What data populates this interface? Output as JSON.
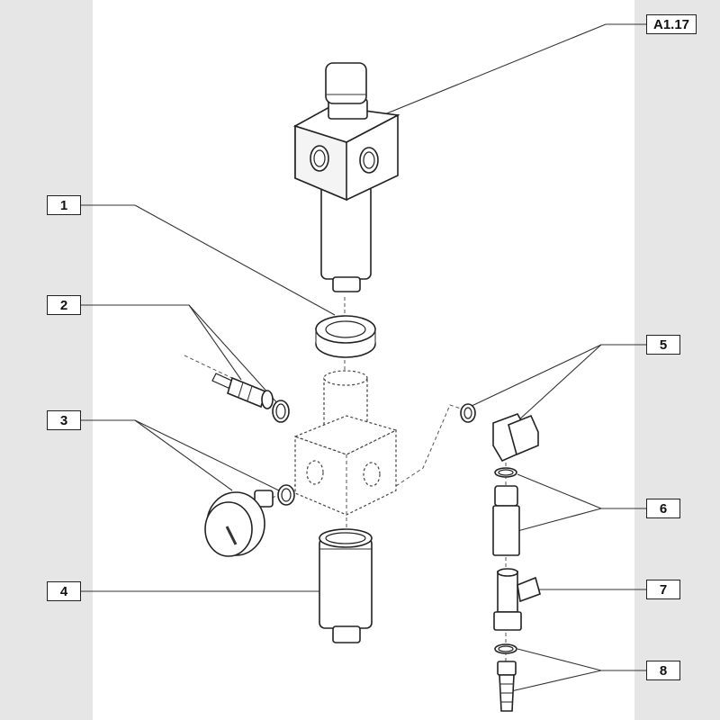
{
  "callouts": {
    "main_unit": "A1.17",
    "items": [
      "1",
      "2",
      "3",
      "4",
      "5",
      "6",
      "7",
      "8"
    ]
  },
  "colors": {
    "background_side": "#e6e6e6",
    "panel": "#ffffff",
    "line": "#222222"
  }
}
